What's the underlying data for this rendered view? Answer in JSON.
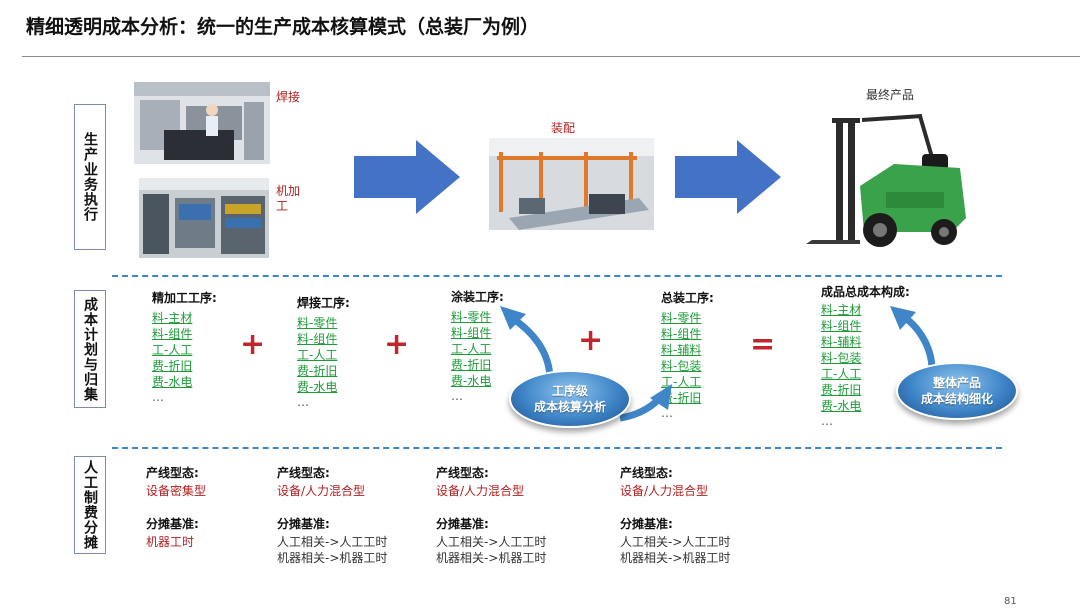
{
  "title": "精细透明成本分析：统一的生产成本核算模式（总装厂为例）",
  "page_number": "81",
  "sections": {
    "production": "生产业务执行",
    "planning": "成本计划与归集",
    "labor": "人工制费分摊"
  },
  "images": {
    "welding": "焊接",
    "machining": "机加工",
    "assembly": "装配",
    "final": "最终产品"
  },
  "costs": {
    "machining": {
      "head": "精加工工序:",
      "items": [
        "料-主材",
        "料-组件",
        "工-人工",
        "费-折旧",
        "费-水电"
      ],
      "more": "…"
    },
    "welding": {
      "head": "焊接工序:",
      "items": [
        "料-零件",
        "料-组件",
        "工-人工",
        "费-折旧",
        "费-水电"
      ],
      "more": "…"
    },
    "painting": {
      "head": "涂装工序:",
      "items": [
        "料-零件",
        "料-组件",
        "工-人工",
        "费-折旧",
        "费-水电"
      ],
      "more": "…"
    },
    "final_assembly": {
      "head": "总装工序:",
      "items": [
        "料-零件",
        "料-组件",
        "料-辅料",
        "料-包装",
        "工-人工",
        "费-折旧"
      ],
      "more": "…"
    },
    "finished": {
      "head": "成品总成本构成:",
      "items": [
        "料-主材",
        "料-组件",
        "料-辅料",
        "料-包装",
        "工-人工",
        "费-折旧",
        "费-水电"
      ],
      "more": "…"
    }
  },
  "operators": {
    "plus": "+",
    "equals": "="
  },
  "ovals": {
    "process": [
      "工序级",
      "成本核算分析"
    ],
    "product": [
      "整体产品",
      "成本结构细化"
    ]
  },
  "allocation": {
    "line_label": "产线型态:",
    "basis_label": "分摊基准:",
    "columns": [
      {
        "line": "设备密集型",
        "basis": [
          "机器工时"
        ]
      },
      {
        "line": "设备/人力混合型",
        "basis": [
          "人工相关->人工工时",
          "机器相关->机器工时"
        ]
      },
      {
        "line": "设备/人力混合型",
        "basis": [
          "人工相关->人工工时",
          "机器相关->机器工时"
        ]
      },
      {
        "line": "设备/人力混合型",
        "basis": [
          "人工相关->人工工时",
          "机器相关->机器工时"
        ]
      }
    ]
  },
  "colors": {
    "arrow": "#4472c4",
    "dash": "#3a88c9",
    "green_item": "#1e9c3a",
    "red_text": "#b01f1f",
    "forklift": "#3aa24a"
  }
}
